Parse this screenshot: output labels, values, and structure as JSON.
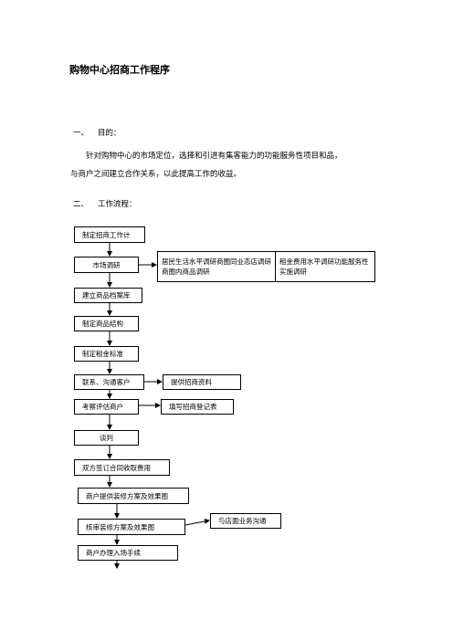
{
  "doc": {
    "title": "购物中心招商工作程序",
    "section1": {
      "num": "一、",
      "label": "目的："
    },
    "para_line1": "针对购物中心的市场定位，选择和引进有集客能力的功能服务性项目和品，",
    "para_line2": "与商户之间建立合作关系，以此提高工作的收益。",
    "section2": {
      "num": "二、",
      "label": "工作流程："
    }
  },
  "flow": {
    "step1": "制定招商工作计",
    "step2": "市场调研",
    "research_a": "居民生活水平调研商圈同业态店调研商圈内商品调研",
    "research_b": "租金费用水平调研功能服务性实施调研",
    "step3": "建立商品档案库",
    "step4": "制定商品结构",
    "step5": "制定租金标准",
    "step6": "联系、沟通客户",
    "side6": "提供招商资料",
    "step7": "考察评估商户",
    "side7": "填写招商登记表",
    "step8": "谈判",
    "step9": "双方签订合同收取费用",
    "step10": "商户提供装修方案及效果图",
    "step11": "核审装修方案及效果图",
    "side11": "与店面业务沟通",
    "step12": "商户办理入场手续"
  }
}
